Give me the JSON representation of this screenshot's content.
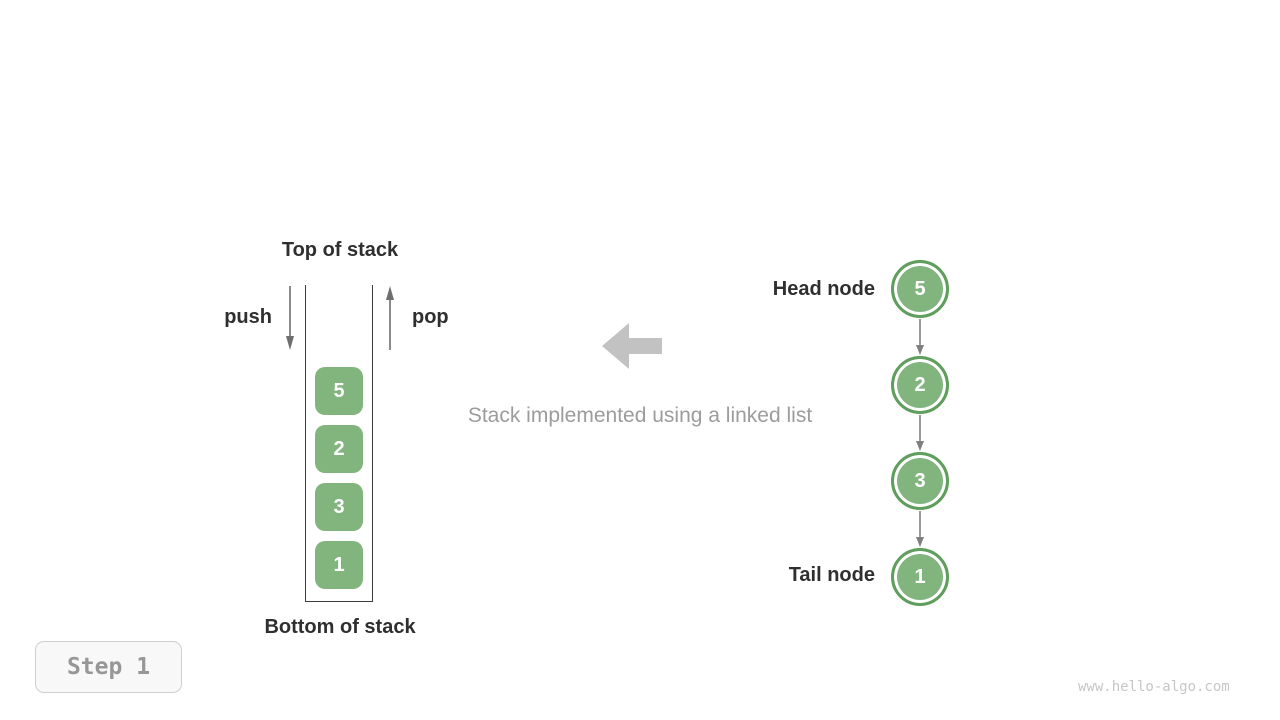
{
  "stack": {
    "top_label": "Top of stack",
    "bottom_label": "Bottom of stack",
    "push_label": "push",
    "pop_label": "pop",
    "items": [
      "5",
      "2",
      "3",
      "1"
    ]
  },
  "caption": "Stack implemented using a linked list",
  "linked_list": {
    "head_label": "Head node",
    "tail_label": "Tail node",
    "nodes": [
      "5",
      "2",
      "3",
      "1"
    ]
  },
  "step_badge": {
    "label": "Step 1"
  },
  "watermark": "www.hello-algo.com",
  "colors": {
    "node_green": "#82b57e",
    "node_border_green": "#5f9e5c",
    "arrow_gray": "#c2c2c2",
    "line_gray": "#6e6e6e"
  }
}
